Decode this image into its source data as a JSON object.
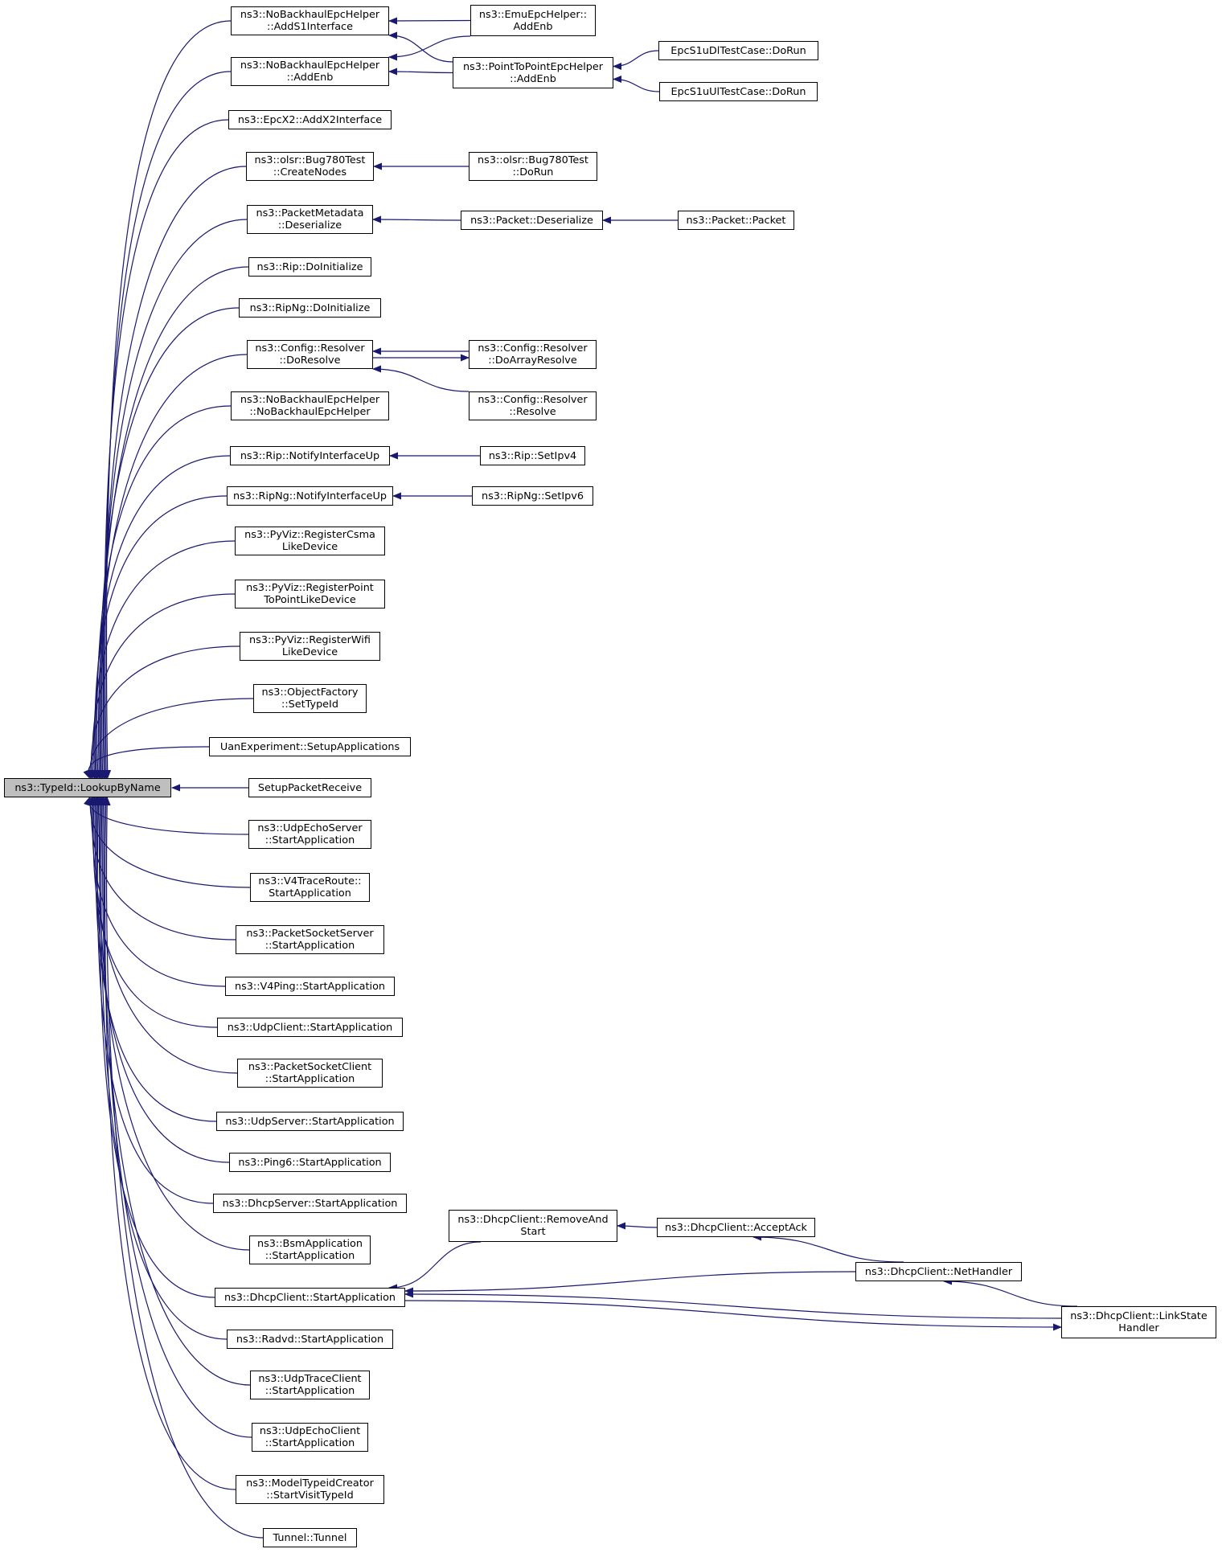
{
  "diagram": {
    "root": {
      "id": "root",
      "lines": [
        "ns3::TypeId::LookupByName"
      ]
    },
    "nodes": [
      {
        "id": "n1",
        "lines": [
          "ns3::NoBackhaulEpcHelper",
          "::AddS1Interface"
        ]
      },
      {
        "id": "n2",
        "lines": [
          "ns3::NoBackhaulEpcHelper",
          "::AddEnb"
        ]
      },
      {
        "id": "n3",
        "lines": [
          "ns3::EpcX2::AddX2Interface"
        ]
      },
      {
        "id": "n4",
        "lines": [
          "ns3::olsr::Bug780Test",
          "::CreateNodes"
        ]
      },
      {
        "id": "n5",
        "lines": [
          "ns3::PacketMetadata",
          "::Deserialize"
        ]
      },
      {
        "id": "n6",
        "lines": [
          "ns3::Rip::DoInitialize"
        ]
      },
      {
        "id": "n7",
        "lines": [
          "ns3::RipNg::DoInitialize"
        ]
      },
      {
        "id": "n8",
        "lines": [
          "ns3::Config::Resolver",
          "::DoResolve"
        ]
      },
      {
        "id": "n9",
        "lines": [
          "ns3::NoBackhaulEpcHelper",
          "::NoBackhaulEpcHelper"
        ]
      },
      {
        "id": "n10",
        "lines": [
          "ns3::Rip::NotifyInterfaceUp"
        ]
      },
      {
        "id": "n11",
        "lines": [
          "ns3::RipNg::NotifyInterfaceUp"
        ]
      },
      {
        "id": "n12",
        "lines": [
          "ns3::PyViz::RegisterCsma",
          "LikeDevice"
        ]
      },
      {
        "id": "n13",
        "lines": [
          "ns3::PyViz::RegisterPoint",
          "ToPointLikeDevice"
        ]
      },
      {
        "id": "n14",
        "lines": [
          "ns3::PyViz::RegisterWifi",
          "LikeDevice"
        ]
      },
      {
        "id": "n15",
        "lines": [
          "ns3::ObjectFactory",
          "::SetTypeId"
        ]
      },
      {
        "id": "n16",
        "lines": [
          "UanExperiment::SetupApplications"
        ]
      },
      {
        "id": "n17",
        "lines": [
          "SetupPacketReceive"
        ]
      },
      {
        "id": "n18",
        "lines": [
          "ns3::UdpEchoServer",
          "::StartApplication"
        ]
      },
      {
        "id": "n19",
        "lines": [
          "ns3::V4TraceRoute::",
          "StartApplication"
        ]
      },
      {
        "id": "n20",
        "lines": [
          "ns3::PacketSocketServer",
          "::StartApplication"
        ]
      },
      {
        "id": "n21",
        "lines": [
          "ns3::V4Ping::StartApplication"
        ]
      },
      {
        "id": "n22",
        "lines": [
          "ns3::UdpClient::StartApplication"
        ]
      },
      {
        "id": "n23",
        "lines": [
          "ns3::PacketSocketClient",
          "::StartApplication"
        ]
      },
      {
        "id": "n24",
        "lines": [
          "ns3::UdpServer::StartApplication"
        ]
      },
      {
        "id": "n25",
        "lines": [
          "ns3::Ping6::StartApplication"
        ]
      },
      {
        "id": "n26",
        "lines": [
          "ns3::DhcpServer::StartApplication"
        ]
      },
      {
        "id": "n27",
        "lines": [
          "ns3::BsmApplication",
          "::StartApplication"
        ]
      },
      {
        "id": "n28",
        "lines": [
          "ns3::DhcpClient::StartApplication"
        ]
      },
      {
        "id": "n29",
        "lines": [
          "ns3::Radvd::StartApplication"
        ]
      },
      {
        "id": "n30",
        "lines": [
          "ns3::UdpTraceClient",
          "::StartApplication"
        ]
      },
      {
        "id": "n31",
        "lines": [
          "ns3::UdpEchoClient",
          "::StartApplication"
        ]
      },
      {
        "id": "n32",
        "lines": [
          "ns3::ModelTypeidCreator",
          "::StartVisitTypeId"
        ]
      },
      {
        "id": "n33",
        "lines": [
          "Tunnel::Tunnel"
        ]
      },
      {
        "id": "m1",
        "lines": [
          "ns3::EmuEpcHelper::",
          "AddEnb"
        ]
      },
      {
        "id": "m2",
        "lines": [
          "ns3::PointToPointEpcHelper",
          "::AddEnb"
        ]
      },
      {
        "id": "m3",
        "lines": [
          "EpcS1uDlTestCase::DoRun"
        ]
      },
      {
        "id": "m4",
        "lines": [
          "EpcS1uUlTestCase::DoRun"
        ]
      },
      {
        "id": "m5",
        "lines": [
          "ns3::olsr::Bug780Test",
          "::DoRun"
        ]
      },
      {
        "id": "m6",
        "lines": [
          "ns3::Packet::Deserialize"
        ]
      },
      {
        "id": "m7",
        "lines": [
          "ns3::Packet::Packet"
        ]
      },
      {
        "id": "m8",
        "lines": [
          "ns3::Config::Resolver",
          "::DoArrayResolve"
        ]
      },
      {
        "id": "m9",
        "lines": [
          "ns3::Config::Resolver",
          "::Resolve"
        ]
      },
      {
        "id": "m10",
        "lines": [
          "ns3::Rip::SetIpv4"
        ]
      },
      {
        "id": "m11",
        "lines": [
          "ns3::RipNg::SetIpv6"
        ]
      },
      {
        "id": "m12",
        "lines": [
          "ns3::DhcpClient::RemoveAnd",
          "Start"
        ]
      },
      {
        "id": "m13",
        "lines": [
          "ns3::DhcpClient::AcceptAck"
        ]
      },
      {
        "id": "m14",
        "lines": [
          "ns3::DhcpClient::NetHandler"
        ]
      },
      {
        "id": "m15",
        "lines": [
          "ns3::DhcpClient::LinkState",
          "Handler"
        ]
      }
    ],
    "edges": [
      [
        "root",
        "n1"
      ],
      [
        "root",
        "n2"
      ],
      [
        "root",
        "n3"
      ],
      [
        "root",
        "n4"
      ],
      [
        "root",
        "n5"
      ],
      [
        "root",
        "n6"
      ],
      [
        "root",
        "n7"
      ],
      [
        "root",
        "n8"
      ],
      [
        "root",
        "n9"
      ],
      [
        "root",
        "n10"
      ],
      [
        "root",
        "n11"
      ],
      [
        "root",
        "n12"
      ],
      [
        "root",
        "n13"
      ],
      [
        "root",
        "n14"
      ],
      [
        "root",
        "n15"
      ],
      [
        "root",
        "n16"
      ],
      [
        "root",
        "n17"
      ],
      [
        "root",
        "n18"
      ],
      [
        "root",
        "n19"
      ],
      [
        "root",
        "n20"
      ],
      [
        "root",
        "n21"
      ],
      [
        "root",
        "n22"
      ],
      [
        "root",
        "n23"
      ],
      [
        "root",
        "n24"
      ],
      [
        "root",
        "n25"
      ],
      [
        "root",
        "n26"
      ],
      [
        "root",
        "n27"
      ],
      [
        "root",
        "n28"
      ],
      [
        "root",
        "n29"
      ],
      [
        "root",
        "n30"
      ],
      [
        "root",
        "n31"
      ],
      [
        "root",
        "n32"
      ],
      [
        "root",
        "n33"
      ],
      [
        "n1",
        "m1"
      ],
      [
        "n1",
        "m2"
      ],
      [
        "n2",
        "m1"
      ],
      [
        "n2",
        "m2"
      ],
      [
        "m2",
        "m3"
      ],
      [
        "m2",
        "m4"
      ],
      [
        "n4",
        "m5"
      ],
      [
        "n5",
        "m6"
      ],
      [
        "m6",
        "m7"
      ],
      [
        "n8",
        "m8"
      ],
      [
        "m8",
        "n8"
      ],
      [
        "n8",
        "m9"
      ],
      [
        "n10",
        "m10"
      ],
      [
        "n11",
        "m11"
      ],
      [
        "n28",
        "m12"
      ],
      [
        "m12",
        "m13"
      ],
      [
        "m13",
        "m14"
      ],
      [
        "n28",
        "m14"
      ],
      [
        "m14",
        "m15"
      ],
      [
        "n28",
        "m15"
      ],
      [
        "m15",
        "n28"
      ]
    ],
    "colors": {
      "edge": "#191970",
      "node_border": "#000000",
      "root_fill": "#bfbfbf",
      "node_fill": "#ffffff"
    }
  }
}
